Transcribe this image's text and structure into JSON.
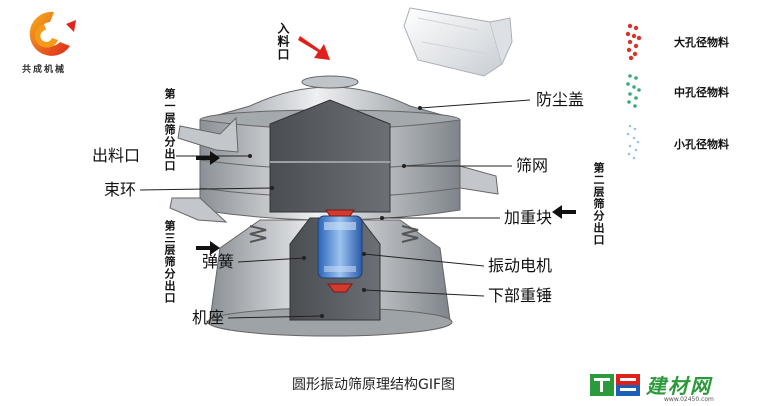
{
  "brand": {
    "name": "共成机械"
  },
  "inlet_label": "入料口",
  "left_labels": {
    "outlet": "出料口",
    "hoop": "束环",
    "spring": "弹簧",
    "base": "机座"
  },
  "right_labels": {
    "dust_cover": "防尘盖",
    "screen": "筛网",
    "weight": "加重块",
    "motor": "振动电机",
    "lower_weight": "下部重锤"
  },
  "vertical_labels": {
    "layer1": "第一层筛分出口",
    "layer2": "第二层筛分出口",
    "layer3": "第三层筛分出口"
  },
  "legend": {
    "large": "大孔径物料",
    "medium": "中孔径物料",
    "small": "小孔径物料",
    "colors": {
      "large": "#d9342b",
      "medium": "#3aa878",
      "small": "#8fc8ea"
    }
  },
  "caption": "圆形振动筛原理结构GIF图",
  "watermark": {
    "site": "建材网",
    "url": "www.0245​0.com"
  }
}
